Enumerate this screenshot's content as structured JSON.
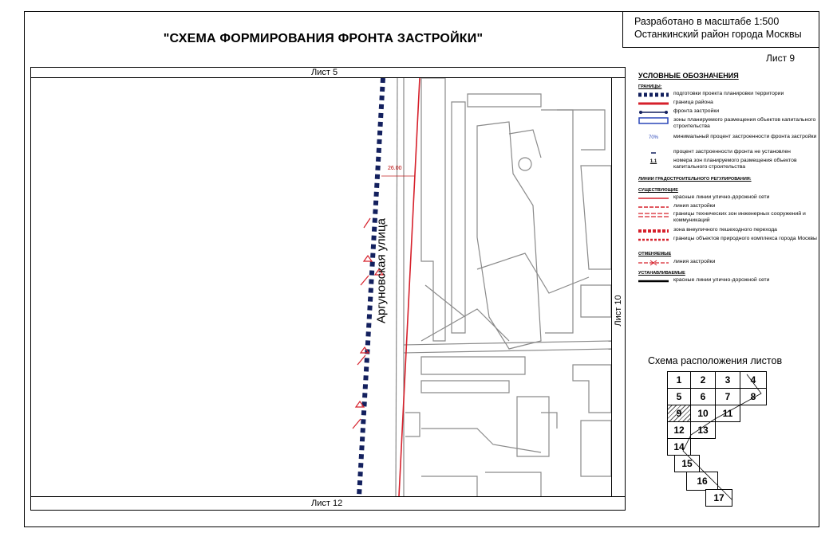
{
  "header": {
    "title": "\"СХЕМА ФОРМИРОВАНИЯ ФРОНТА ЗАСТРОЙКИ\"",
    "scale_line": "Разработано в масштабе 1:500",
    "district_line": "Останкинский район города Москвы",
    "sheet": "Лист 9"
  },
  "map": {
    "top_sheet": "Лист 5",
    "bottom_sheet": "Лист 12",
    "right_sheet": "Лист 10",
    "street_name": "Аргуновская улица",
    "dimension": "26.00"
  },
  "legend": {
    "title": "УСЛОВНЫЕ ОБОЗНАЧЕНИЯ",
    "boundaries_head": "ГРАНИЦЫ:",
    "boundary_items": [
      "подготовки проекта планировки территории",
      "граница района",
      "фронта застройки",
      "зоны планируемого размещения объектов капитального строительства",
      "минимальный процент застроенности фронта застройки",
      "процент застроенности фронта не установлен",
      "номера зон планируемого размещения объектов капитального строительства"
    ],
    "percent_symbol": "70%",
    "zone_number_symbol": "1.1",
    "lines_head": "ЛИНИИ ГРАДОСТРОИТЕЛЬНОГО РЕГУЛИРОВАНИЯ:",
    "existing_head": "СУЩЕСТВУЮЩИЕ",
    "existing_items": [
      "красные линии улично-дорожной сети",
      "линия застройки",
      "границы технических зон инженерных сооружений и коммуникаций",
      "зона внеуличного пешеходного перехода",
      "границы объектов природного комплекса города Москвы"
    ],
    "cancelled_head": "ОТМЕНЯЕМЫЕ",
    "cancelled_items": [
      "линия застройки"
    ],
    "established_head": "УСТАНАВЛИВАЕМЫЕ",
    "established_items": [
      "красные линии улично-дорожной сети"
    ]
  },
  "scheme": {
    "title": "Схема расположения листов",
    "sheets": [
      "1",
      "2",
      "3",
      "4",
      "5",
      "6",
      "7",
      "8",
      "9",
      "10",
      "11",
      "12",
      "13",
      "14",
      "15",
      "16",
      "17"
    ],
    "current": "9"
  },
  "colors": {
    "red": "#d6202b",
    "navy": "#13205e",
    "blue": "#2a46b8",
    "gray": "#9a9a9a"
  }
}
